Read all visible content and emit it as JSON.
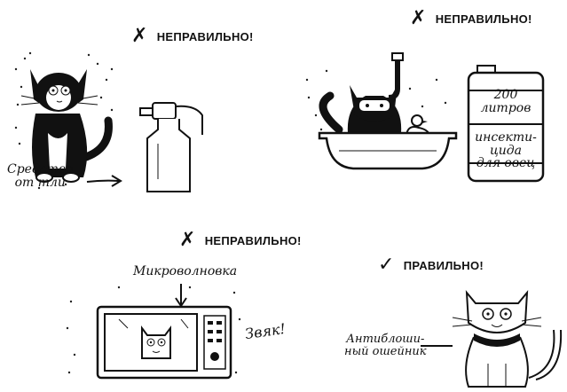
{
  "panels": {
    "spray": {
      "verdict": "НЕПРАВИЛЬНО!",
      "mark": "✗",
      "caption_line1": "Средство",
      "caption_line2": "от тли"
    },
    "bath": {
      "verdict": "НЕПРАВИЛЬНО!",
      "mark": "✗",
      "barrel_line1": "200",
      "barrel_line2": "литров",
      "barrel_line3": "инсекти-",
      "barrel_line4": "цида",
      "barrel_line5": "для овец"
    },
    "microwave": {
      "verdict": "НЕПРАВИЛЬНО!",
      "mark": "✗",
      "caption": "Микроволновка",
      "sound": "Звяк!"
    },
    "collar": {
      "verdict": "ПРАВИЛЬНО!",
      "mark": "✓",
      "caption_line1": "Антиблоши-",
      "caption_line2": "ный ошейник"
    }
  }
}
